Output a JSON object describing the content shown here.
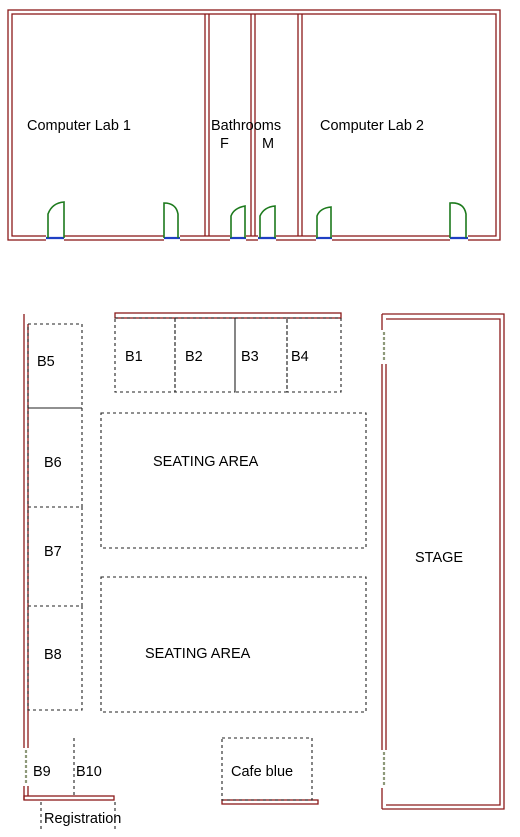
{
  "rooms": {
    "computer_lab_1": "Computer Lab 1",
    "bathrooms": "Bathrooms",
    "bathroom_female": "F",
    "bathroom_male": "M",
    "computer_lab_2": "Computer Lab 2"
  },
  "booths": {
    "b1": "B1",
    "b2": "B2",
    "b3": "B3",
    "b4": "B4",
    "b5": "B5",
    "b6": "B6",
    "b7": "B7",
    "b8": "B8",
    "b9": "B9",
    "b10": "B10"
  },
  "areas": {
    "seating_1": "SEATING AREA",
    "seating_2": "SEATING AREA",
    "stage": "STAGE",
    "cafe": "Cafe blue",
    "registration": "Registration"
  },
  "colors": {
    "wall": "#8b1a1a",
    "door": "#1d7a1d",
    "door_sill": "#1f3fc4",
    "booth_outline": "#222222"
  }
}
